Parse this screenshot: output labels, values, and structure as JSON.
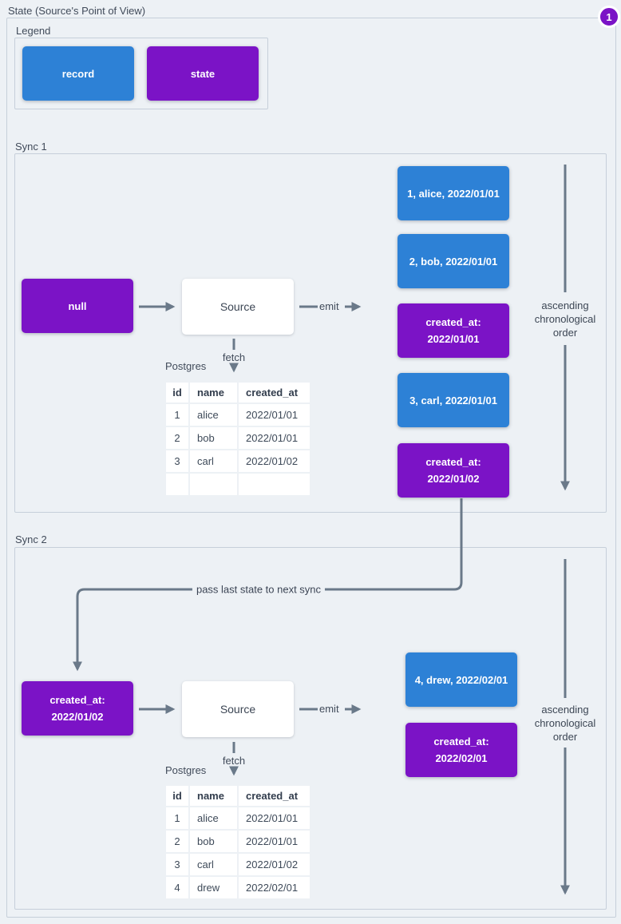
{
  "page": {
    "title": "State (Source's Point of View)",
    "badge": "1"
  },
  "colors": {
    "record": "#2d81d6",
    "state": "#7b13c6",
    "arrow": "#6a7989"
  },
  "legend": {
    "title": "Legend",
    "record_label": "record",
    "state_label": "state"
  },
  "sync1": {
    "title": "Sync 1",
    "input_state": "null",
    "source_label": "Source",
    "emit_label": "emit",
    "fetch_label": "fetch",
    "db_label": "Postgres",
    "order_label": "ascending chronological order",
    "table": {
      "headers": [
        "id",
        "name",
        "created_at"
      ],
      "rows": [
        [
          "1",
          "alice",
          "2022/01/01"
        ],
        [
          "2",
          "bob",
          "2022/01/01"
        ],
        [
          "3",
          "carl",
          "2022/01/02"
        ],
        [
          "",
          "",
          ""
        ]
      ]
    },
    "emitted": [
      {
        "type": "record",
        "lines": [
          "1, alice, 2022/01/01"
        ]
      },
      {
        "type": "record",
        "lines": [
          "2, bob, 2022/01/01"
        ]
      },
      {
        "type": "state",
        "lines": [
          "created_at:",
          "2022/01/01"
        ]
      },
      {
        "type": "record",
        "lines": [
          "3, carl, 2022/01/01"
        ]
      },
      {
        "type": "state",
        "lines": [
          "created_at:",
          "2022/01/02"
        ]
      }
    ]
  },
  "pass_label": "pass last state to next sync",
  "sync2": {
    "title": "Sync 2",
    "input_state_lines": [
      "created_at:",
      "2022/01/02"
    ],
    "source_label": "Source",
    "emit_label": "emit",
    "fetch_label": "fetch",
    "db_label": "Postgres",
    "order_label": "ascending chronological order",
    "table": {
      "headers": [
        "id",
        "name",
        "created_at"
      ],
      "rows": [
        [
          "1",
          "alice",
          "2022/01/01"
        ],
        [
          "2",
          "bob",
          "2022/01/01"
        ],
        [
          "3",
          "carl",
          "2022/01/02"
        ],
        [
          "4",
          "drew",
          "2022/02/01"
        ]
      ]
    },
    "emitted": [
      {
        "type": "record",
        "lines": [
          "4, drew, 2022/02/01"
        ]
      },
      {
        "type": "state",
        "lines": [
          "created_at:",
          "2022/02/01"
        ]
      }
    ]
  }
}
